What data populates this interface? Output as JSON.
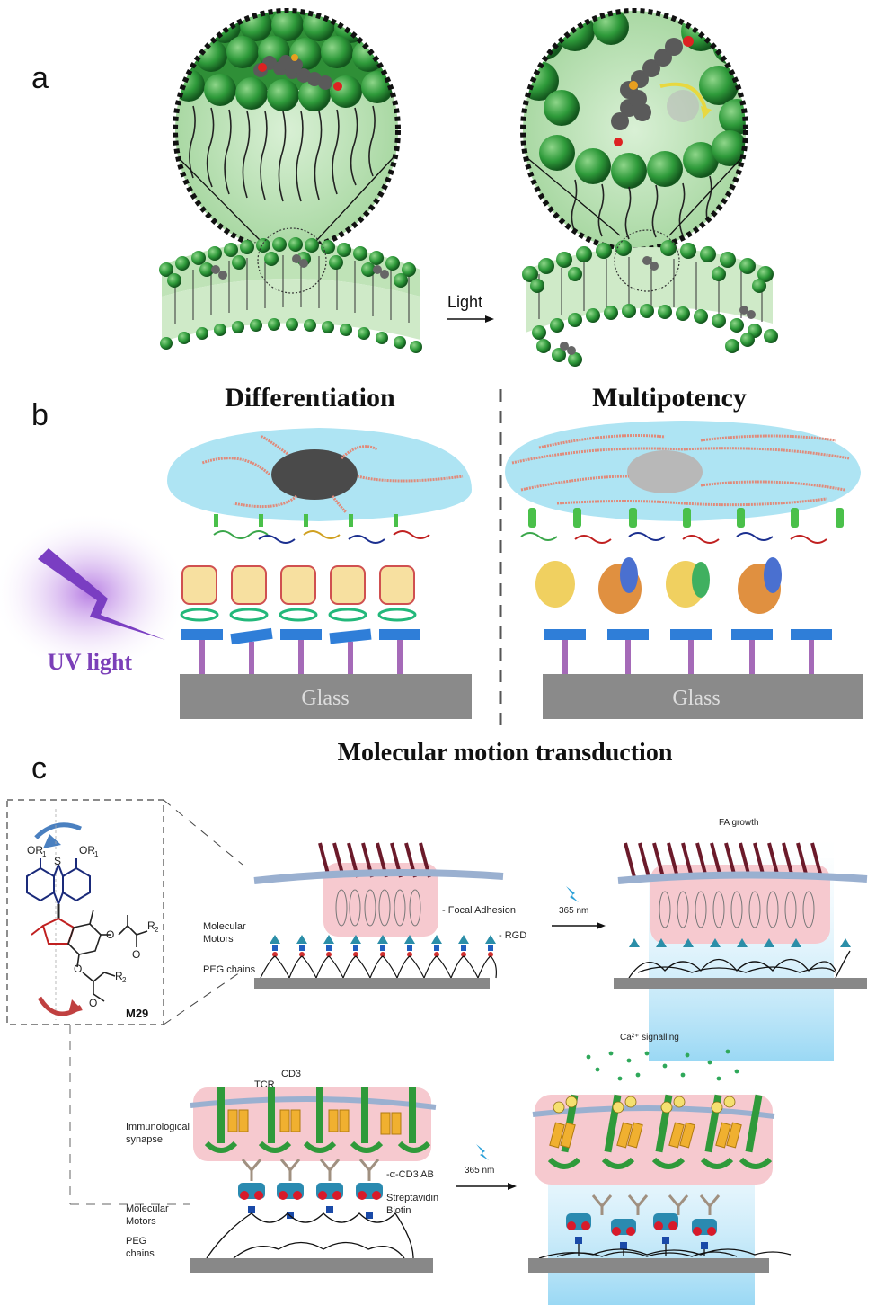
{
  "panel_a": {
    "letter": "a",
    "arrow_label": "Light"
  },
  "panel_b": {
    "letter": "b",
    "title_left": "Differentiation",
    "title_right": "Multipotency",
    "uv_label": "UV light",
    "glass_left": "Glass",
    "glass_right": "Glass",
    "caption": "Molecular motion transduction"
  },
  "panel_c": {
    "letter": "c",
    "molecule": {
      "label": "M29",
      "sub_or1_left": "OR",
      "sub_or1_right": "OR",
      "sulfur": "S",
      "r2_top": "R",
      "r2_bottom": "R",
      "o_top": "O",
      "o_bottom": "O",
      "o_ket_top": "O",
      "o_ket_bottom": "O"
    },
    "top_row": {
      "molecular_motors": "Molecular",
      "molecular_motors_2": "Motors",
      "peg_chains": "PEG chains",
      "focal_adhesion": "- Focal Adhesion",
      "rgd": "- RGD",
      "wavelength": "365 nm",
      "fa_growth": "FA growth"
    },
    "bottom_row": {
      "tcr": "TCR",
      "cd3": "CD3",
      "immunological": "Immunological",
      "synapse": "synapse",
      "anti_cd3": "-α-CD3 AB",
      "streptavidin": "Streptavidin",
      "biotin": "Biotin",
      "molecular_motors": "Molecular",
      "molecular_motors_2": "Motors",
      "peg": "PEG",
      "chains": "chains",
      "wavelength": "365 nm",
      "ca_signalling": "Ca²⁺ signalling"
    }
  }
}
